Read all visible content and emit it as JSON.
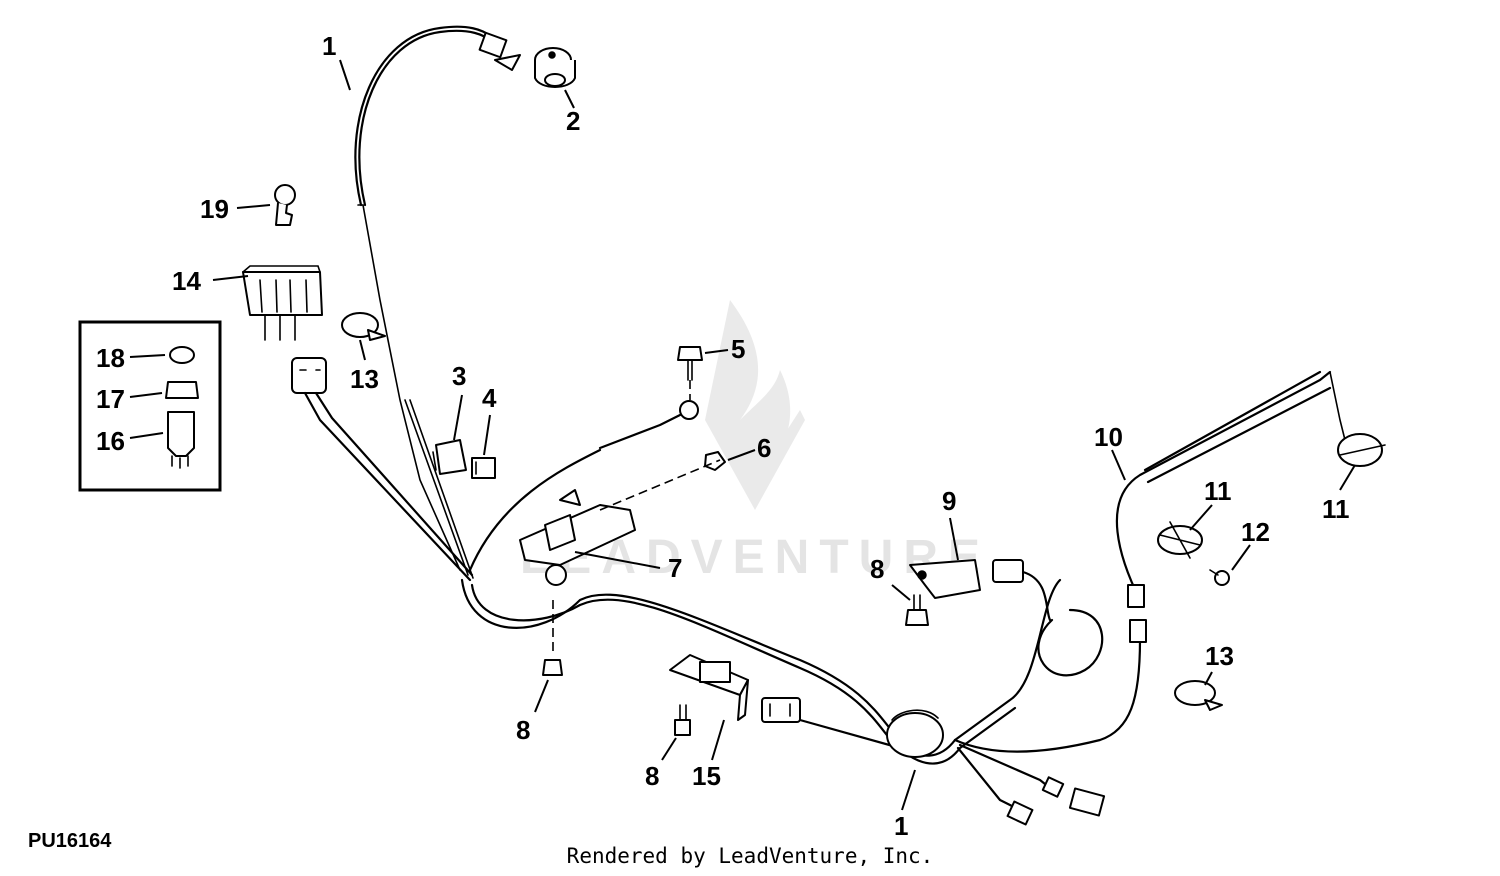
{
  "figure_id": "PU16164",
  "credit": "Rendered by LeadVenture, Inc.",
  "watermark": "LEADVENTURE",
  "callouts": [
    "1",
    "2",
    "3",
    "4",
    "5",
    "6",
    "7",
    "8",
    "9",
    "10",
    "11",
    "12",
    "13",
    "14",
    "15",
    "16",
    "17",
    "18",
    "19",
    "1",
    "8",
    "8",
    "8",
    "11",
    "13"
  ]
}
